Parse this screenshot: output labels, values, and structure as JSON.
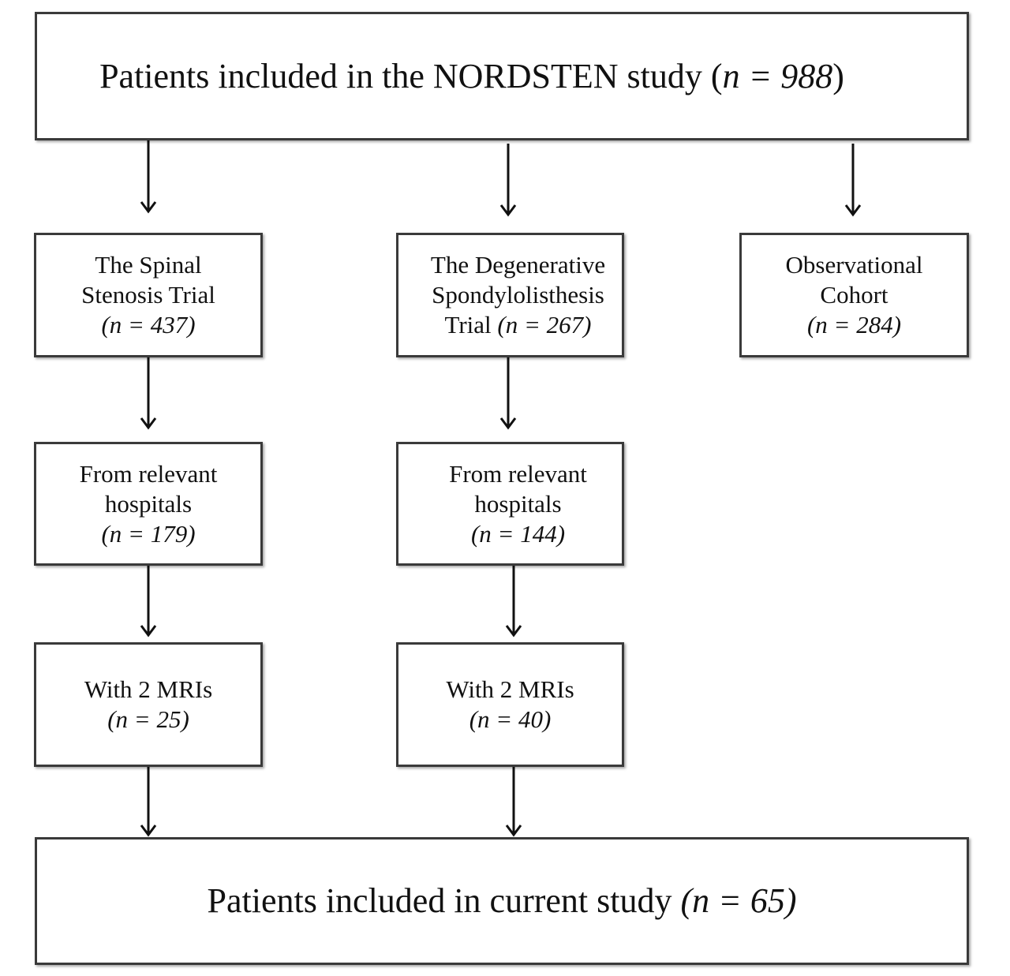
{
  "top": {
    "label": "Patients included in the NORDSTEN study (",
    "n": "n = 988",
    "close": ")"
  },
  "branches": {
    "spinal_stenosis": {
      "line1": "The Spinal",
      "line2": "Stenosis Trial",
      "n": "(n = 437)"
    },
    "degenerative_spondylolisthesis": {
      "line1": "The Degenerative",
      "line2": "Spondylolisthesis",
      "line3_prefix": "Trial ",
      "n": "(n = 267)"
    },
    "observational": {
      "line1": "Observational",
      "line2": "Cohort",
      "n": "(n = 284)"
    }
  },
  "hospitals": {
    "ss": {
      "line1": "From relevant",
      "line2": "hospitals",
      "n": "(n = 179)"
    },
    "ds": {
      "line1": "From relevant",
      "line2": "hospitals",
      "n": "(n = 144)"
    }
  },
  "mri": {
    "ss": {
      "line1": "With 2 MRIs",
      "n": "(n = 25)"
    },
    "ds": {
      "line1": "With 2 MRIs",
      "n": "(n = 40)"
    }
  },
  "bottom": {
    "label": "Patients included in current study ",
    "n": "(n = 65)"
  }
}
